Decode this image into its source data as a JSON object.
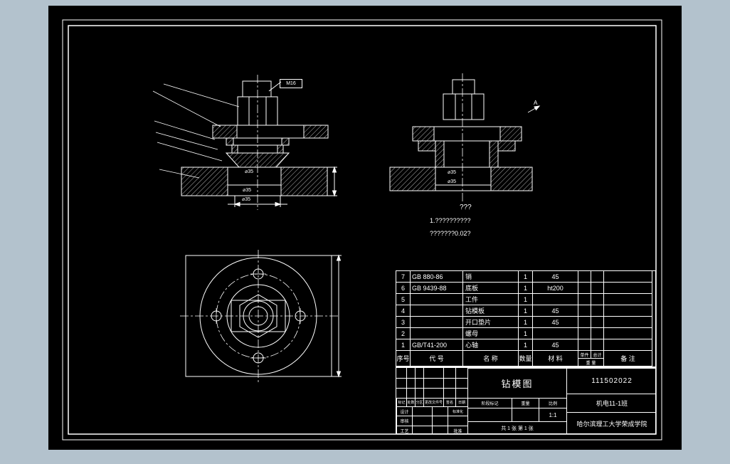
{
  "colors": {
    "page_bg": "#b3c2cd",
    "sheet_bg": "#000000",
    "line": "#ffffff"
  },
  "annotations": {
    "front_view": {
      "bolt_label": "M16",
      "dim_top": "⌀35",
      "dim_mid": "⌀35",
      "dim_bottom": "⌀35"
    },
    "side_view": {
      "dim_top": "⌀35",
      "dim_bottom": "⌀35",
      "view_label": "A"
    },
    "notes": {
      "title": "???",
      "line1": "1.??????????",
      "line2": "???????0.02?"
    }
  },
  "parts_table": {
    "headers": {
      "no": "序号",
      "code": "代 号",
      "name": "名 称",
      "qty": "数量",
      "material": "材 料",
      "unit": "单件",
      "total": "总计",
      "weight": "重 量",
      "remark": "备 注"
    },
    "rows": [
      {
        "no": "7",
        "code": "GB 880-86",
        "name": "销",
        "qty": "1",
        "material": "45"
      },
      {
        "no": "6",
        "code": "GB 9439-88",
        "name": "底板",
        "qty": "1",
        "material": "ht200"
      },
      {
        "no": "5",
        "code": "",
        "name": "工件",
        "qty": "1",
        "material": ""
      },
      {
        "no": "4",
        "code": "",
        "name": "钻模板",
        "qty": "1",
        "material": "45"
      },
      {
        "no": "3",
        "code": "",
        "name": "开口垫片",
        "qty": "1",
        "material": "45"
      },
      {
        "no": "2",
        "code": "",
        "name": "螺母",
        "qty": "1",
        "material": ""
      },
      {
        "no": "1",
        "code": "GB/T41-200",
        "name": "心轴",
        "qty": "1",
        "material": "45"
      }
    ]
  },
  "title_block": {
    "drawing_title": "钻模图",
    "drawing_number": "111502022",
    "class_name": "机电11-1班",
    "organization": "哈尔滨理工大学荣成学院",
    "labels": {
      "mark": "标记",
      "count": "处数",
      "zone": "分区",
      "change_file": "更改文件号",
      "signature": "签名",
      "date": "日期",
      "design": "设计",
      "check": "审核",
      "process": "工艺",
      "standardize": "标准化",
      "approve": "批准",
      "stage_mark": "阶段标记",
      "weight": "重量",
      "scale": "比例"
    },
    "scale_value": "1:1",
    "sheet_info": "共 1 张 第 1 张"
  }
}
